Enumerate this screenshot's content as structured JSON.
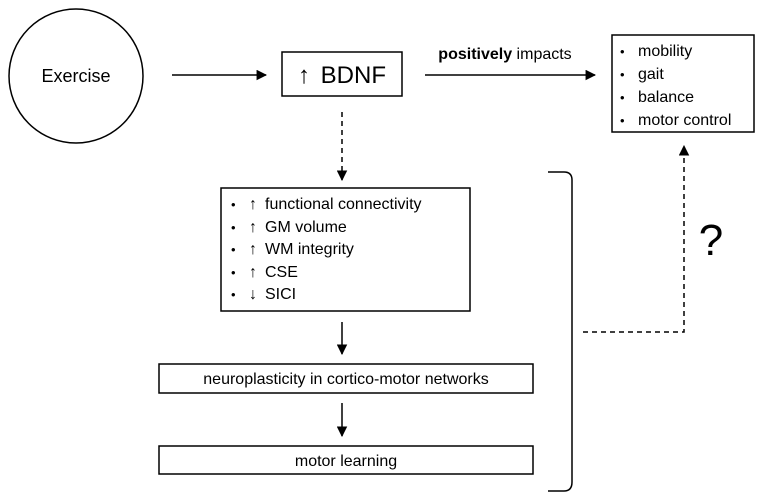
{
  "exercise_label": "Exercise",
  "bdnf_box": {
    "arrow": "↑",
    "label": "BDNF"
  },
  "impact_label": {
    "bold": "positively",
    "rest": " impacts"
  },
  "outcomes": [
    "mobility",
    "gait",
    "balance",
    "motor control"
  ],
  "brain_effects": [
    {
      "arrow": "↑",
      "text": "functional connectivity"
    },
    {
      "arrow": "↑",
      "text": "GM volume"
    },
    {
      "arrow": "↑",
      "text": "WM integrity"
    },
    {
      "arrow": "↑",
      "text": "CSE"
    },
    {
      "arrow": "↓",
      "text": "SICI"
    }
  ],
  "neuroplasticity_label": "neuroplasticity in cortico-motor networks",
  "motor_learning_label": "motor learning",
  "question_mark": "?"
}
